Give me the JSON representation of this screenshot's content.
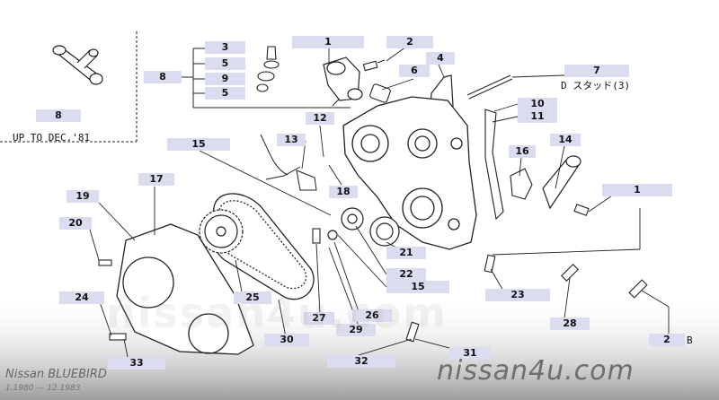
{
  "watermark": {
    "site": "nissan4u.com",
    "ghost_text": "nissan4u.com",
    "model": "Nissan BLUEBIRD",
    "production_dates": "1.1980 — 12.1983"
  },
  "notes": {
    "up_to_dec": "UP TO DEC.'81",
    "stud_note": "D スタッド(3)",
    "b_marker": "B"
  },
  "callouts": [
    {
      "id": "c1",
      "label": "1"
    },
    {
      "id": "c2",
      "label": "2"
    },
    {
      "id": "c3",
      "label": "3"
    },
    {
      "id": "c4",
      "label": "4"
    },
    {
      "id": "c5a",
      "label": "5"
    },
    {
      "id": "c5b",
      "label": "5"
    },
    {
      "id": "c6",
      "label": "6"
    },
    {
      "id": "c7",
      "label": "7"
    },
    {
      "id": "c8",
      "label": "8"
    },
    {
      "id": "c8b",
      "label": "8"
    },
    {
      "id": "c9",
      "label": "9"
    },
    {
      "id": "c10",
      "label": "10"
    },
    {
      "id": "c11",
      "label": "11"
    },
    {
      "id": "c12",
      "label": "12"
    },
    {
      "id": "c13",
      "label": "13"
    },
    {
      "id": "c14",
      "label": "14"
    },
    {
      "id": "c15a",
      "label": "15"
    },
    {
      "id": "c15b",
      "label": "15"
    },
    {
      "id": "c16",
      "label": "16"
    },
    {
      "id": "c17",
      "label": "17"
    },
    {
      "id": "c18",
      "label": "18"
    },
    {
      "id": "c19",
      "label": "19"
    },
    {
      "id": "c20",
      "label": "20"
    },
    {
      "id": "c1b",
      "label": "1"
    },
    {
      "id": "c21",
      "label": "21"
    },
    {
      "id": "c22",
      "label": "22"
    },
    {
      "id": "c23",
      "label": "23"
    },
    {
      "id": "c24",
      "label": "24"
    },
    {
      "id": "c25",
      "label": "25"
    },
    {
      "id": "c26",
      "label": "26"
    },
    {
      "id": "c27",
      "label": "27"
    },
    {
      "id": "c28",
      "label": "28"
    },
    {
      "id": "c29",
      "label": "29"
    },
    {
      "id": "c30",
      "label": "30"
    },
    {
      "id": "c31",
      "label": "31"
    },
    {
      "id": "c2b",
      "label": "2"
    },
    {
      "id": "c32",
      "label": "32"
    },
    {
      "id": "c33",
      "label": "33"
    }
  ]
}
